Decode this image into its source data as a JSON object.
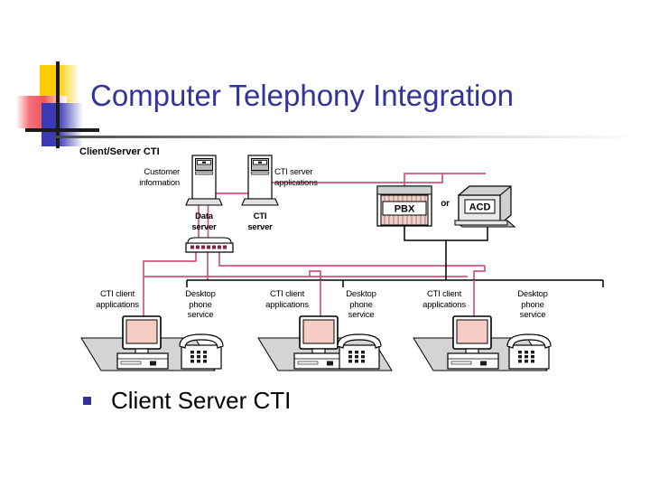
{
  "slide": {
    "title": "Computer Telephony Integration",
    "title_color": "#333399",
    "background": "#ffffff"
  },
  "decoration": {
    "name": "corner-logo",
    "yellow": "#ffcc00",
    "red": "#ee5560",
    "blue": "#3a3ab4",
    "bar": "#1b1b1b"
  },
  "diagram": {
    "caption": "Client/Server CTI",
    "colors": {
      "network_line": "#d4537f",
      "telephony_line": "#000000",
      "screen": "#f6ccc4",
      "desk": "#d4d4d4",
      "device_gray": "#c8c8c8",
      "pbx_stripe": "#f6ccc4"
    },
    "labels": {
      "customer_information": "Customer\ninformation",
      "cti_server_applications": "CTI server\napplications",
      "data_server": "Data\nserver",
      "cti_server": "CTI\nserver",
      "pbx": "PBX",
      "or": "or",
      "acd": "ACD",
      "cti_client_applications": "CTI client\napplications",
      "desktop_phone_service": "Desktop\nphone\nservice"
    },
    "nodes": [
      {
        "id": "data-server",
        "type": "server-tower",
        "label": "Data\nserver",
        "annotation": "Customer\ninformation"
      },
      {
        "id": "cti-server",
        "type": "server-tower",
        "label": "CTI\nserver",
        "annotation": "CTI server\napplications"
      },
      {
        "id": "network-hub",
        "type": "hub",
        "label": ""
      },
      {
        "id": "pbx",
        "type": "pbx-cabinet",
        "label": "PBX"
      },
      {
        "id": "acd",
        "type": "acd-box",
        "label": "ACD"
      },
      {
        "id": "workstation-1",
        "type": "desk",
        "computer_label": "CTI client\napplications",
        "phone_label": "Desktop\nphone\nservice"
      },
      {
        "id": "workstation-2",
        "type": "desk",
        "computer_label": "CTI client\napplications",
        "phone_label": "Desktop\nphone\nservice"
      },
      {
        "id": "workstation-3",
        "type": "desk",
        "computer_label": "CTI client\napplications",
        "phone_label": "Desktop\nphone\nservice"
      }
    ]
  },
  "bullet": {
    "marker_color": "#333399",
    "text": "Client Server CTI"
  }
}
